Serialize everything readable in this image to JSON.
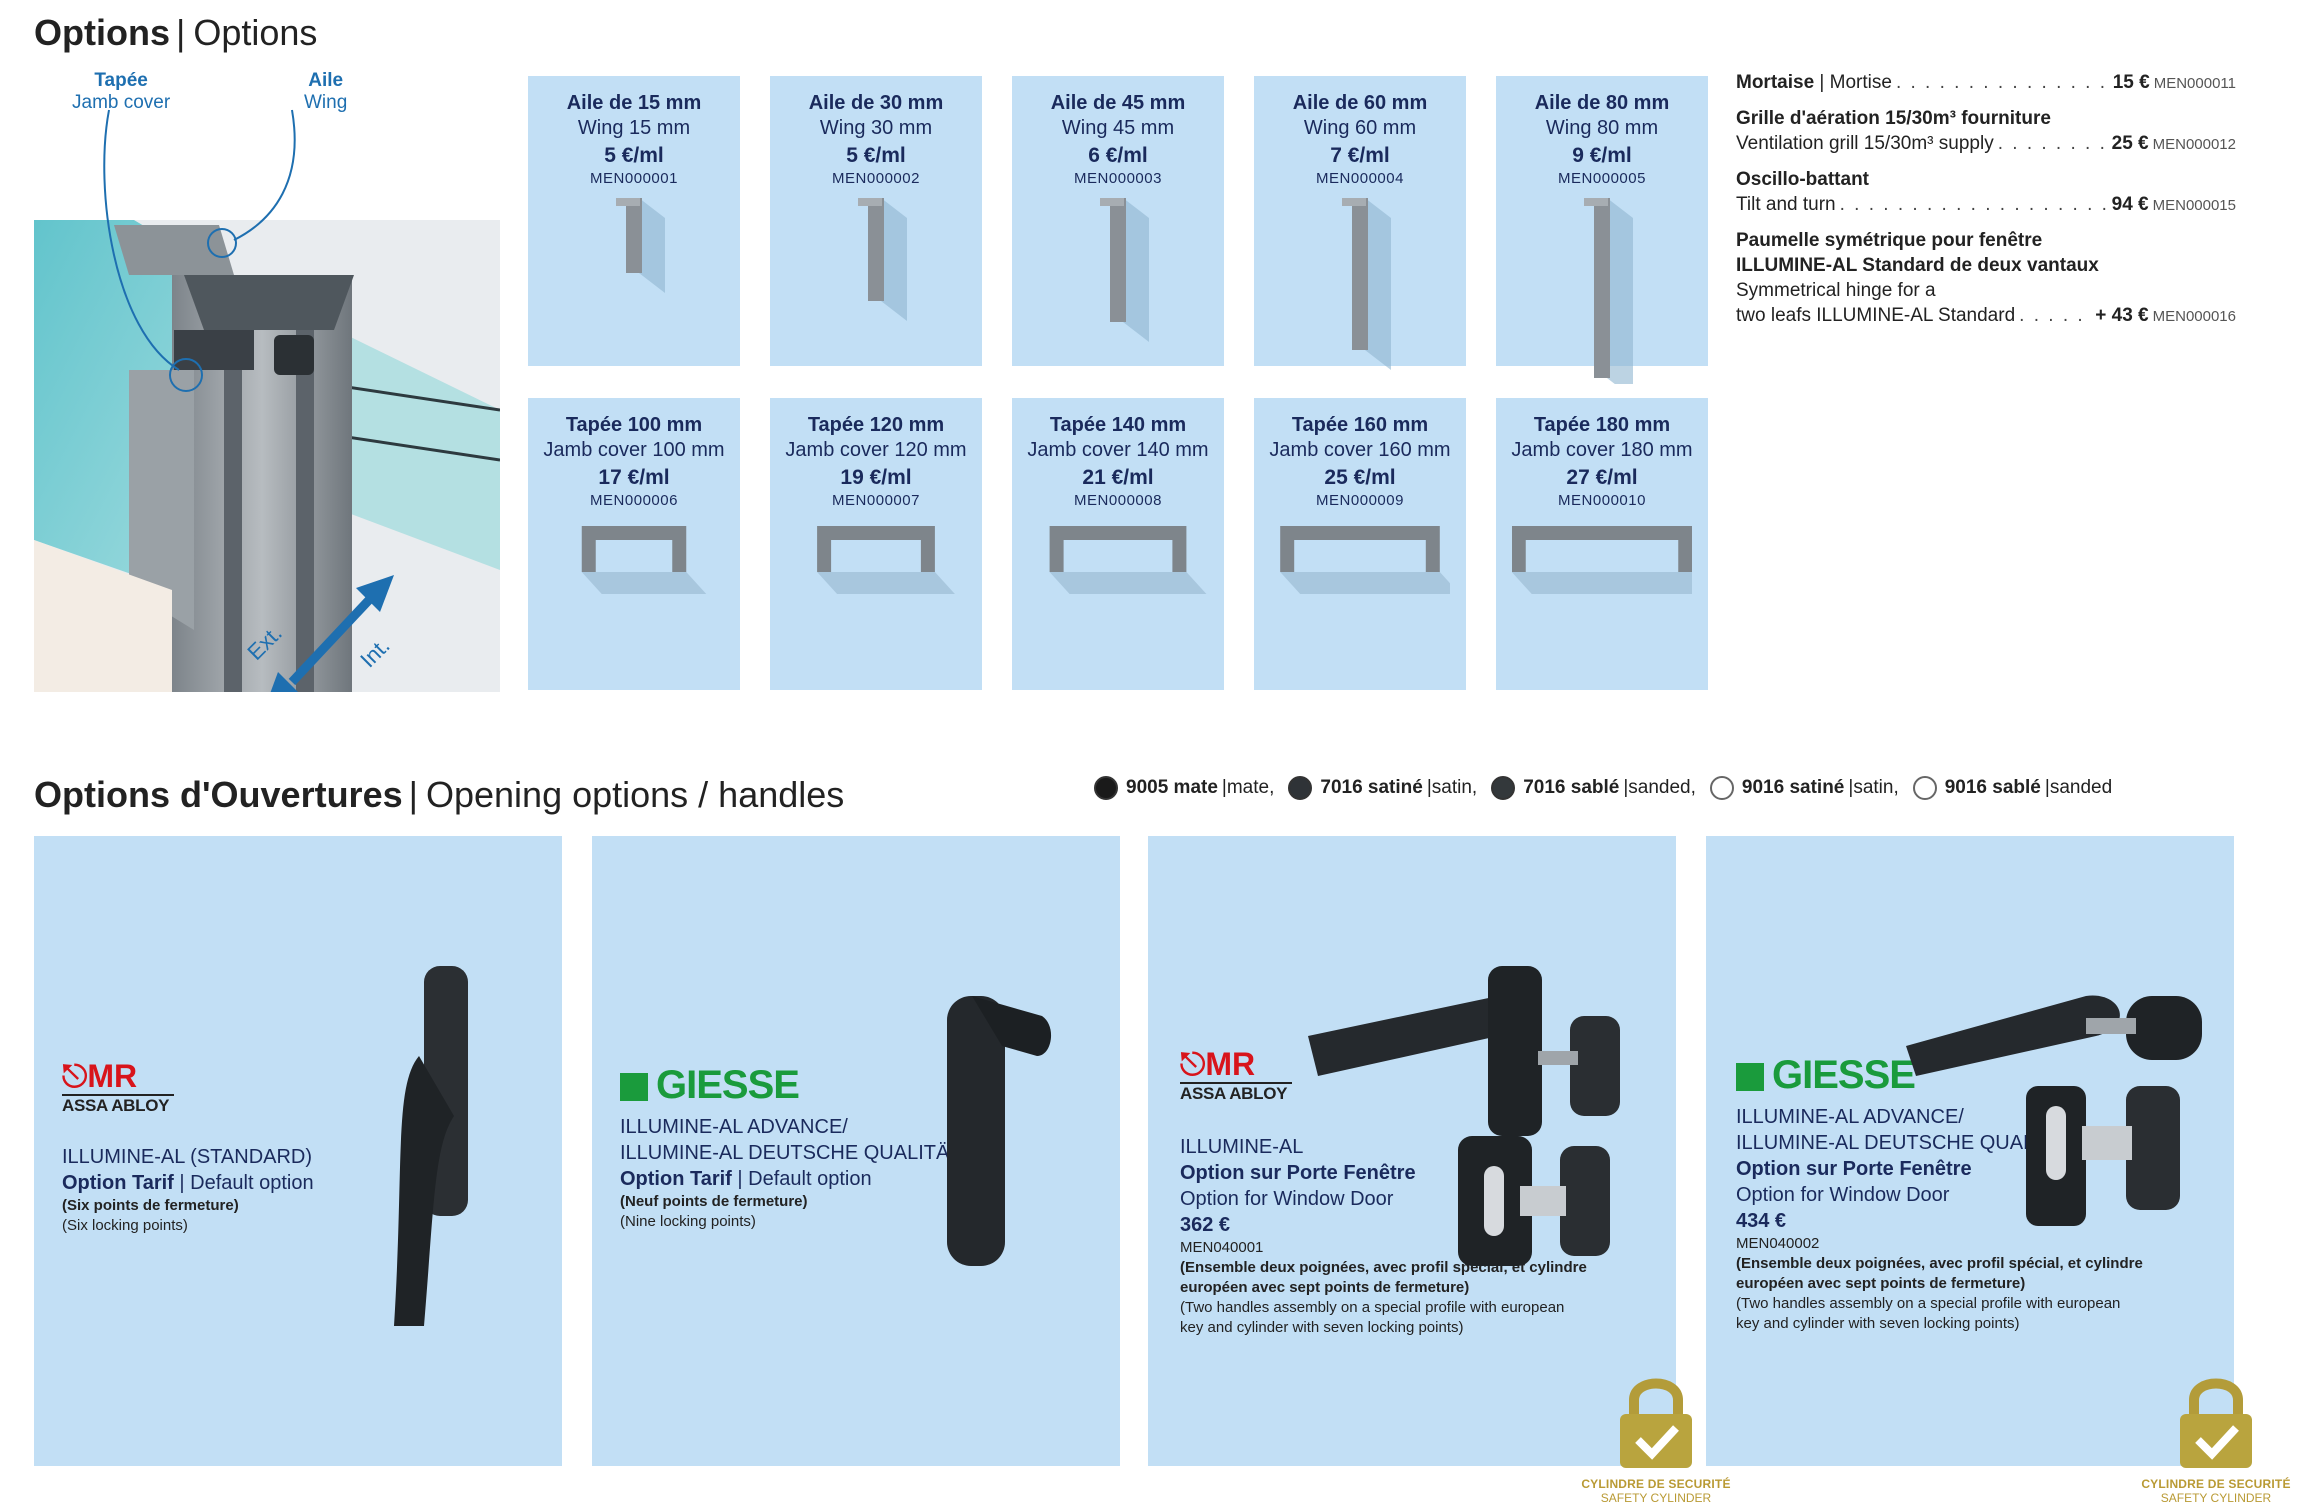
{
  "section1": {
    "title_fr": "Options",
    "title_en": "Options"
  },
  "illustration": {
    "callout_jamb_fr": "Tapée",
    "callout_jamb_en": "Jamb cover",
    "callout_wing_fr": "Aile",
    "callout_wing_en": "Wing",
    "label_ext": "Ext.",
    "label_int": "Int."
  },
  "wings": [
    {
      "fr": "Aile de 15 mm",
      "en": "Wing 15 mm",
      "price": "5 €/ml",
      "code": "MEN000001",
      "profile_height": 0.25
    },
    {
      "fr": "Aile de 30 mm",
      "en": "Wing 30 mm",
      "price": "5 €/ml",
      "code": "MEN000002",
      "profile_height": 0.45
    },
    {
      "fr": "Aile de 45 mm",
      "en": "Wing 45 mm",
      "price": "6 €/ml",
      "code": "MEN000003",
      "profile_height": 0.6
    },
    {
      "fr": "Aile de 60 mm",
      "en": "Wing 60 mm",
      "price": "7 €/ml",
      "code": "MEN000004",
      "profile_height": 0.8
    },
    {
      "fr": "Aile de 80 mm",
      "en": "Wing 80 mm",
      "price": "9 €/ml",
      "code": "MEN000005",
      "profile_height": 1.0
    }
  ],
  "jambs": [
    {
      "fr": "Tapée 100 mm",
      "en": "Jamb cover 100 mm",
      "price": "17 €/ml",
      "code": "MEN000006",
      "profile_width": 0.55
    },
    {
      "fr": "Tapée 120 mm",
      "en": "Jamb cover 120 mm",
      "price": "19 €/ml",
      "code": "MEN000007",
      "profile_width": 0.62
    },
    {
      "fr": "Tapée 140 mm",
      "en": "Jamb cover 140 mm",
      "price": "21 €/ml",
      "code": "MEN000008",
      "profile_width": 0.72
    },
    {
      "fr": "Tapée 160 mm",
      "en": "Jamb cover 160 mm",
      "price": "25 €/ml",
      "code": "MEN000009",
      "profile_width": 0.84
    },
    {
      "fr": "Tapée 180 mm",
      "en": "Jamb cover 180 mm",
      "price": "27 €/ml",
      "code": "MEN000010",
      "profile_width": 0.95
    }
  ],
  "price_list": {
    "mortise": {
      "label_fr": "Mortaise",
      "label_en": "Mortise",
      "price": "15 €",
      "code": "MEN000011"
    },
    "grill": {
      "label_fr": "Grille d'aération 15/30m³ fourniture",
      "label_en": "Ventilation grill 15/30m³ supply",
      "price": "25 €",
      "code": "MEN000012"
    },
    "tilt": {
      "label_fr": "Oscillo-battant",
      "label_en": "Tilt and turn",
      "price": "94 €",
      "code": "MEN000015"
    },
    "hinge": {
      "label_fr1": "Paumelle symétrique pour fenêtre",
      "label_fr2": "ILLUMINE-AL Standard de deux vantaux",
      "label_en1": "Symmetrical hinge for a",
      "label_en2": "two leafs ILLUMINE-AL Standard",
      "price": "+ 43 €",
      "code": "MEN000016"
    }
  },
  "section2": {
    "title_fr": "Options d'Ouvertures",
    "title_en": "Opening options / handles"
  },
  "colors": [
    {
      "code": "9005 mate",
      "en": "mate,",
      "hex": "#1a1a1a"
    },
    {
      "code": "7016 satiné",
      "en": "satin,",
      "hex": "#2f3337"
    },
    {
      "code": "7016 sablé",
      "en": "sanded,",
      "hex": "#33383b"
    },
    {
      "code": "9016 satiné",
      "en": "satin,",
      "hex": "#ffffff"
    },
    {
      "code": "9016 sablé",
      "en": "sanded",
      "hex": "#ffffff"
    }
  ],
  "cards": [
    {
      "brand": "MR",
      "brand_sub": "ASSA ABLOY",
      "product": "ILLUMINE-AL (STANDARD)",
      "option_fr": "Option Tarif",
      "option_en": "Default option",
      "detail_fr": "(Six points de fermeture)",
      "detail_en": "(Six locking points)"
    },
    {
      "brand": "GIESSE",
      "product1": "ILLUMINE-AL ADVANCE/",
      "product2": "ILLUMINE-AL DEUTSCHE QUALITÄT",
      "option_fr": "Option Tarif",
      "option_en": "Default option",
      "detail_fr": "(Neuf points de fermeture)",
      "detail_en": "(Nine locking points)"
    },
    {
      "brand": "MR",
      "brand_sub": "ASSA ABLOY",
      "product": "ILLUMINE-AL",
      "option_fr": "Option sur Porte Fenêtre",
      "option_en": "Option for Window Door",
      "price": "362 €",
      "code": "MEN040001",
      "detail_fr1": "(Ensemble deux poignées, avec profil spécial, et cylindre",
      "detail_fr2": "européen avec sept points de fermeture)",
      "detail_en1": "(Two handles assembly on a special profile with european",
      "detail_en2": "key and cylinder with seven locking points)",
      "seal1": "CYLINDRE DE SECURITÉ",
      "seal2": "SAFETY CYLINDER"
    },
    {
      "brand": "GIESSE",
      "product1": "ILLUMINE-AL ADVANCE/",
      "product2": "ILLUMINE-AL DEUTSCHE QUALITÄT",
      "option_fr": "Option sur Porte Fenêtre",
      "option_en": "Option for Window Door",
      "price": "434 €",
      "code": "MEN040002",
      "detail_fr1": "(Ensemble deux poignées, avec profil spécial, et cylindre",
      "detail_fr2": "européen avec sept points de fermeture)",
      "detail_en1": "(Two handles assembly on a special profile with european",
      "detail_en2": "key and cylinder with seven locking points)",
      "seal1": "CYLINDRE DE SECURITÉ",
      "seal2": "SAFETY CYLINDER"
    }
  ]
}
